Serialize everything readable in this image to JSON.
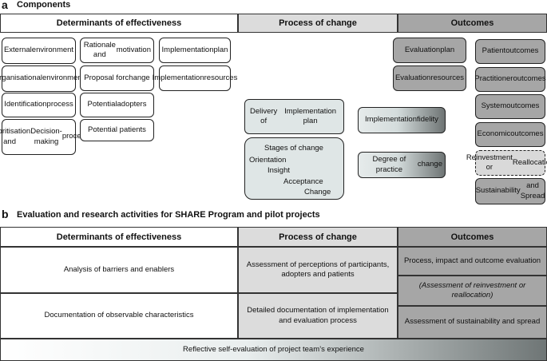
{
  "section_a": {
    "letter": "a",
    "title": "Components",
    "headers": {
      "determinants": "Determinants of effectiveness",
      "process": "Process of change",
      "outcomes": "Outcomes"
    },
    "determinants": {
      "col1": [
        [
          "External",
          "environment"
        ],
        [
          "Organisational",
          "environment"
        ],
        [
          "Identification",
          "process"
        ],
        [
          "Prioritisation and",
          "Decision-making",
          "process"
        ]
      ],
      "col2": [
        [
          "Rationale and",
          "motivation"
        ],
        [
          "Proposal for",
          "change"
        ],
        [
          "Potential",
          "adopters"
        ],
        [
          "Potential patients"
        ]
      ],
      "col3": [
        [
          "Implementation",
          "plan"
        ],
        [
          "Implementation",
          "resources"
        ]
      ]
    },
    "process": {
      "delivery": [
        "Delivery of",
        "Implementation plan"
      ],
      "stages": [
        "Stages of change",
        "Orientation",
        "Insight",
        "Acceptance",
        "Change"
      ],
      "fidelity": [
        "Implementation",
        "fidelity"
      ],
      "degree": [
        "Degree of practice",
        "change"
      ]
    },
    "outcomes": {
      "evaluation": [
        [
          "Evaluation",
          "plan"
        ],
        [
          "Evaluation",
          "resources"
        ]
      ],
      "results": [
        [
          "Patient",
          "outcomes"
        ],
        [
          "Practitioner",
          "outcomes"
        ],
        [
          "System",
          "outcomes"
        ],
        [
          "Economic",
          "outcomes"
        ],
        [
          "Reinvestment or",
          "Reallocation"
        ],
        [
          "Sustainability",
          "and Spread"
        ]
      ]
    }
  },
  "section_b": {
    "letter": "b",
    "title": "Evaluation and research activities for SHARE Program and pilot projects",
    "headers": {
      "determinants": "Determinants of effectiveness",
      "process": "Process of change",
      "outcomes": "Outcomes"
    },
    "determinants": [
      "Analysis of barriers and enablers",
      "Documentation of observable characteristics"
    ],
    "process": [
      "Assessment of perceptions of participants, adopters and patients",
      "Detailed documentation of implementation and evaluation process"
    ],
    "outcomes": [
      "Process, impact and outcome evaluation",
      "(Assessment of reinvestment or reallocation)",
      "Assessment of sustainability and spread"
    ],
    "footer": "Reflective self-evaluation of project team’s experience"
  }
}
